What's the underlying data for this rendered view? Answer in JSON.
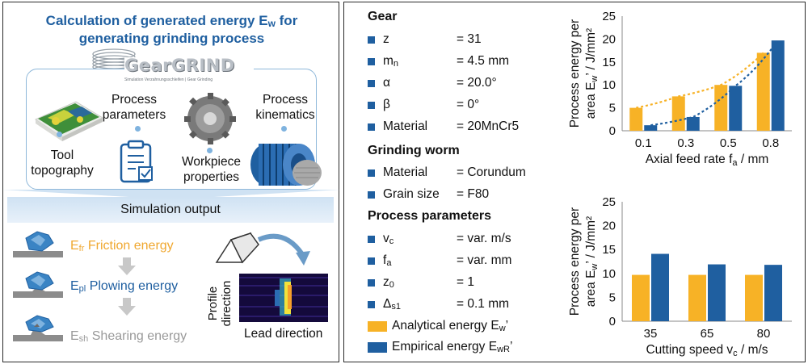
{
  "left": {
    "title_line1": "Calculation of generated energy E",
    "title_sub": "w",
    "title_line1_end": " for",
    "title_line2": "generating grinding process",
    "logo_text": "GearGRIND",
    "logo_sub": "Simulation Verzahnungsschleifen | Gear Grinding",
    "inputs": {
      "tool_topography": [
        "Tool",
        "topography"
      ],
      "process_parameters": [
        "Process",
        "parameters"
      ],
      "workpiece_properties": [
        "Workpiece",
        "properties"
      ],
      "process_kinematics": [
        "Process",
        "kinematics"
      ]
    },
    "simulation_output": "Simulation output",
    "energies": [
      {
        "sym": "E",
        "sub": "fr",
        "name": "Friction energy",
        "color": "#f0a830"
      },
      {
        "sym": "E",
        "sub": "pl",
        "name": "Plowing energy",
        "color": "#1f5fa0"
      },
      {
        "sym": "E",
        "sub": "sh",
        "name": "Shearing energy",
        "color": "#9a9a9a"
      }
    ],
    "profile_direction": [
      "Profile",
      "direction"
    ],
    "lead_direction": "Lead direction"
  },
  "gear": {
    "header": "Gear",
    "params": [
      {
        "name": "z",
        "sub": "",
        "value": "= 31"
      },
      {
        "name": "m",
        "sub": "n",
        "value": "= 4.5 mm"
      },
      {
        "name": "α",
        "sub": "",
        "value": "= 20.0°"
      },
      {
        "name": "β",
        "sub": "",
        "value": "= 0°"
      },
      {
        "name": "Material",
        "sub": "",
        "value": "= 20MnCr5"
      }
    ]
  },
  "worm": {
    "header": "Grinding worm",
    "params": [
      {
        "name": "Material",
        "sub": "",
        "value": "= Corundum"
      },
      {
        "name": "Grain size",
        "sub": "",
        "value": "= F80"
      }
    ]
  },
  "process": {
    "header": "Process parameters",
    "params": [
      {
        "name": "v",
        "sub": "c",
        "value": "= var. m/s"
      },
      {
        "name": "f",
        "sub": "a",
        "value": "= var. mm"
      },
      {
        "name": "z",
        "sub": "0",
        "value": "= 1"
      },
      {
        "name": "Δ",
        "sub": "s1",
        "value": "= 0.1 mm"
      }
    ]
  },
  "legend": [
    {
      "label": "Analytical energy E",
      "sub": "w",
      "suffix": "’",
      "color": "#f7b226"
    },
    {
      "label": "Empirical energy E",
      "sub": "wR",
      "suffix": "’",
      "color": "#1f5fa0"
    }
  ],
  "chart_data": [
    {
      "type": "bar",
      "categories": [
        "0.1",
        "0.3",
        "0.5",
        "0.8"
      ],
      "series": [
        {
          "name": "Analytical energy Ew’",
          "values": [
            5.0,
            7.5,
            10.0,
            17.0
          ],
          "color": "#f7b226"
        },
        {
          "name": "Empirical energy EwR’",
          "values": [
            1.2,
            3.0,
            9.8,
            19.7
          ],
          "color": "#1f5fa0"
        }
      ],
      "xlabel": "Axial feed rate f",
      "xlabel_sub": "a",
      "xlabel_unit": " / mm",
      "ylabel_line1": "Process energy per",
      "ylabel_line2": "area E",
      "ylabel_sub": "w",
      "ylabel_unit": "’ / J/mm²",
      "ylim": [
        0,
        25
      ],
      "yticks": [
        0,
        5,
        10,
        15,
        20,
        25
      ],
      "trendlines": true
    },
    {
      "type": "bar",
      "categories": [
        "35",
        "65",
        "80"
      ],
      "series": [
        {
          "name": "Analytical energy Ew’",
          "values": [
            9.7,
            9.7,
            9.7
          ],
          "color": "#f7b226"
        },
        {
          "name": "Empirical energy EwR’",
          "values": [
            14.1,
            11.9,
            11.8
          ],
          "color": "#1f5fa0"
        }
      ],
      "xlabel": "Cutting speed v",
      "xlabel_sub": "c",
      "xlabel_unit": " / m/s",
      "ylabel_line1": "Process energy per",
      "ylabel_line2": "area E",
      "ylabel_sub": "w",
      "ylabel_unit": "’ / J/mm²",
      "ylim": [
        0,
        25
      ],
      "yticks": [
        0,
        5,
        10,
        15,
        20,
        25
      ]
    }
  ]
}
